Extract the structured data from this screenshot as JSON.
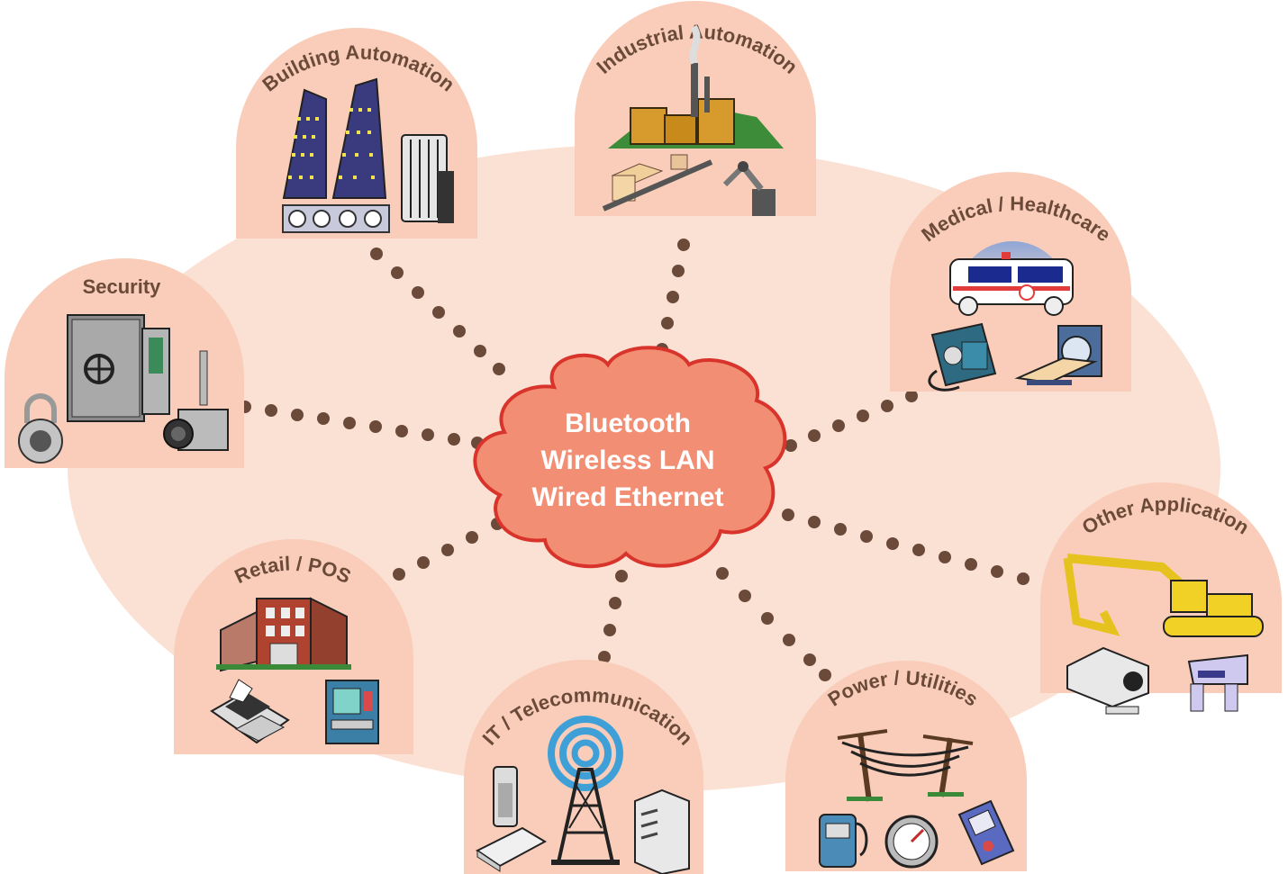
{
  "hub": {
    "lines": [
      "Bluetooth",
      "Wireless LAN",
      "Wired Ethernet"
    ]
  },
  "applications": [
    {
      "id": "building",
      "label": "Building Automation"
    },
    {
      "id": "industrial",
      "label": "Industrial Automation"
    },
    {
      "id": "medical",
      "label": "Medical / Healthcare"
    },
    {
      "id": "security",
      "label": "Security"
    },
    {
      "id": "other",
      "label": "Other Application"
    },
    {
      "id": "retail",
      "label": "Retail / POS"
    },
    {
      "id": "it",
      "label": "IT / Telecommunication"
    },
    {
      "id": "power",
      "label": "Power / Utilities"
    }
  ],
  "colors": {
    "background_blob": "#fbe1d4",
    "card": "#f9cdb9",
    "hub_fill": "#f28e74",
    "hub_stroke": "#d9342b",
    "dots": "#6b4a3a"
  },
  "icons": {
    "building": [
      "skyscraper-icon",
      "radiator-icon",
      "thermostat-panel-icon"
    ],
    "industrial": [
      "factory-icon",
      "conveyor-icon",
      "robot-arm-icon"
    ],
    "medical": [
      "ambulance-icon",
      "blood-pressure-icon",
      "scanner-icon"
    ],
    "security": [
      "vault-icon",
      "padlock-icon",
      "camera-icon"
    ],
    "other": [
      "excavator-icon",
      "projector-icon",
      "robot-icon"
    ],
    "retail": [
      "storefront-icon",
      "cash-register-icon",
      "atm-icon"
    ],
    "it": [
      "phone-icon",
      "antenna-tower-icon",
      "router-icon",
      "server-icon"
    ],
    "power": [
      "power-lines-icon",
      "gas-pump-icon",
      "gauge-icon",
      "multimeter-icon"
    ]
  }
}
